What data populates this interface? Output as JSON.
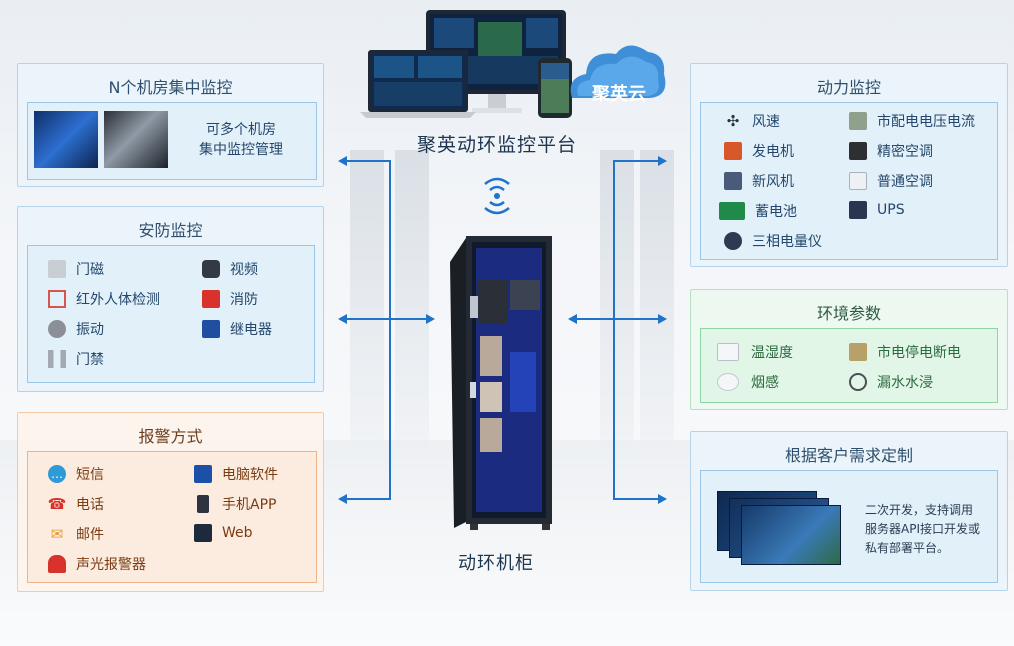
{
  "platform": {
    "title": "聚英动环监控平台",
    "cloud_label": "聚英云"
  },
  "cabinet": {
    "label": "动环机柜"
  },
  "panels": {
    "multi_room": {
      "title": "N个机房集中监控",
      "desc_line1": "可多个机房",
      "desc_line2": "集中监控管理"
    },
    "security": {
      "title": "安防监控",
      "items": [
        {
          "label": "门磁",
          "icon": "door-sensor-icon"
        },
        {
          "label": "视频",
          "icon": "camera-icon"
        },
        {
          "label": "红外人体检测",
          "icon": "infrared-icon"
        },
        {
          "label": "消防",
          "icon": "fire-alarm-icon"
        },
        {
          "label": "振动",
          "icon": "vibration-icon"
        },
        {
          "label": "继电器",
          "icon": "relay-icon"
        },
        {
          "label": "门禁",
          "icon": "turnstile-icon"
        }
      ]
    },
    "alarm": {
      "title": "报警方式",
      "items": [
        {
          "label": "短信",
          "icon": "sms-icon"
        },
        {
          "label": "电脑软件",
          "icon": "pc-software-icon"
        },
        {
          "label": "电话",
          "icon": "phone-icon"
        },
        {
          "label": "手机APP",
          "icon": "mobile-app-icon"
        },
        {
          "label": "邮件",
          "icon": "mail-icon"
        },
        {
          "label": "Web",
          "icon": "web-icon"
        },
        {
          "label": "声光报警器",
          "icon": "siren-icon"
        }
      ]
    },
    "power": {
      "title": "动力监控",
      "items": [
        {
          "label": "风速",
          "icon": "wind-speed-icon"
        },
        {
          "label": "市配电电压电流",
          "icon": "power-meter-icon"
        },
        {
          "label": "发电机",
          "icon": "generator-icon"
        },
        {
          "label": "精密空调",
          "icon": "precision-ac-icon"
        },
        {
          "label": "新风机",
          "icon": "fresh-air-icon"
        },
        {
          "label": "普通空调",
          "icon": "air-conditioner-icon"
        },
        {
          "label": "蓄电池",
          "icon": "battery-icon"
        },
        {
          "label": "UPS",
          "icon": "ups-icon"
        },
        {
          "label": "三相电量仪",
          "icon": "three-phase-meter-icon"
        }
      ]
    },
    "environment": {
      "title": "环境参数",
      "items": [
        {
          "label": "温湿度",
          "icon": "thermo-hygrometer-icon"
        },
        {
          "label": "市电停电断电",
          "icon": "power-outage-icon"
        },
        {
          "label": "烟感",
          "icon": "smoke-detector-icon"
        },
        {
          "label": "漏水水浸",
          "icon": "water-leak-icon"
        }
      ]
    },
    "custom": {
      "title": "根据客户需求定制",
      "desc_line1": "二次开发，支持调用",
      "desc_line2": "服务器API接口开发或",
      "desc_line3": "私有部署平台。"
    }
  },
  "colors": {
    "arrow": "#1f73c9",
    "blue_border": "#9cc6e6",
    "green_border": "#8fd4a4",
    "orange_border": "#efb489"
  }
}
